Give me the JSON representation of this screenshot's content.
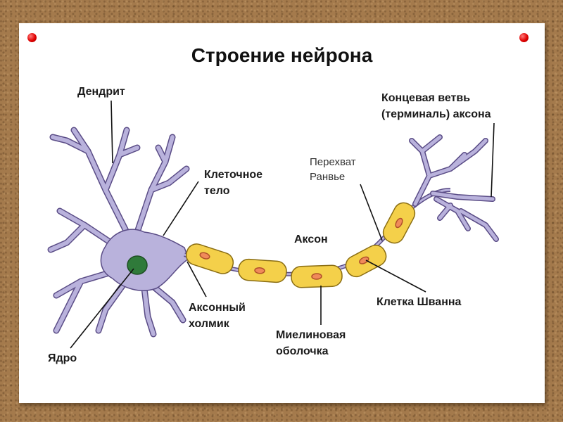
{
  "title": "Строение нейрона",
  "labels": {
    "dendrite": "Дендрит",
    "terminal_line1": "Концевая ветвь",
    "terminal_line2": "(терминаль) аксона",
    "ranvier_line1": "Перехват",
    "ranvier_line2": "Ранвье",
    "cell_body_line1": "Клеточное",
    "cell_body_line2": "тело",
    "axon": "Аксон",
    "hillock_line1": "Аксонный",
    "hillock_line2": "холмик",
    "schwann": "Клетка Шванна",
    "myelin_line1": "Миелиновая",
    "myelin_line2": "оболочка",
    "nucleus": "Ядро"
  },
  "colors": {
    "neuron_fill": "#b9b2dc",
    "neuron_stroke": "#5a4c86",
    "myelin_fill": "#f4d04a",
    "myelin_stroke": "#8a6d12",
    "schwann_nucleus": "#f08a5a",
    "cell_nucleus": "#2f7a3a",
    "pin": "#e00000"
  }
}
